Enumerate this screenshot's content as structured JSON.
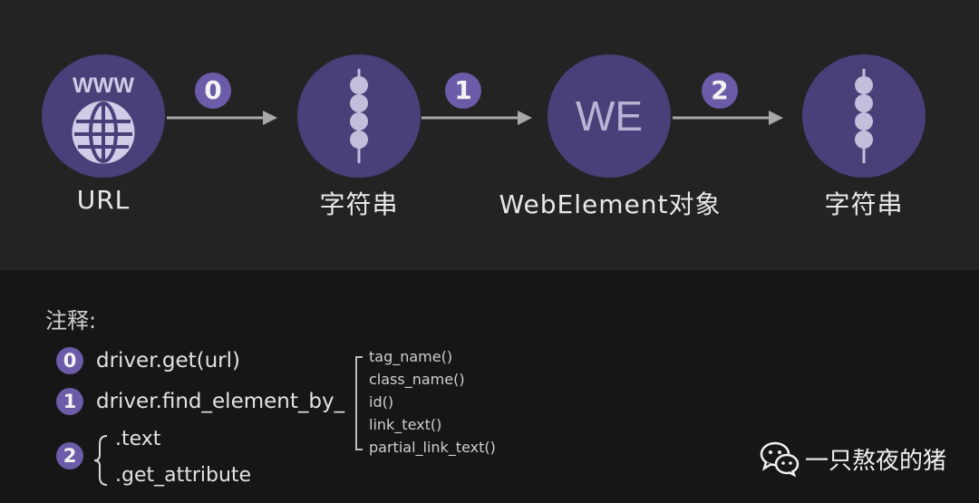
{
  "colors": {
    "node_fill": "#4a3f78",
    "badge_fill": "#6b5ba8",
    "arrow": "#a8a8a8"
  },
  "flow": {
    "nodes": [
      {
        "id": "url",
        "icon": "globe-www-icon",
        "icon_text": "WWW",
        "label": "URL"
      },
      {
        "id": "string1",
        "icon": "string-beads-icon",
        "label": "字符串"
      },
      {
        "id": "webelement",
        "icon": "we-icon",
        "icon_text": "WE",
        "label": "WebElement对象"
      },
      {
        "id": "string2",
        "icon": "string-beads-icon",
        "label": "字符串"
      }
    ],
    "steps": [
      "0",
      "1",
      "2"
    ]
  },
  "notes": {
    "title": "注释:",
    "items": [
      {
        "badge": "0",
        "text": "driver.get(url)"
      },
      {
        "badge": "1",
        "text": "driver.find_element_by_"
      },
      {
        "badge": "2"
      }
    ],
    "find_methods": [
      "tag_name()",
      "class_name()",
      "id()",
      "link_text()",
      "partial_link_text()"
    ],
    "attributes": [
      ".text",
      ".get_attribute"
    ]
  },
  "brand": {
    "icon": "wechat-icon",
    "name": "一只熬夜的猪"
  }
}
